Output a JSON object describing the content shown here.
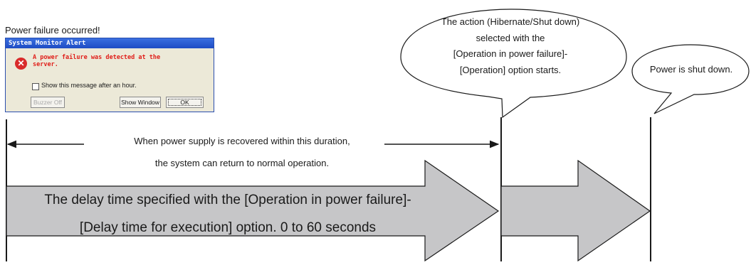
{
  "power_failure_label": "Power failure occurred!",
  "dialog": {
    "title": "System Monitor Alert",
    "message": "A power failure was detected at the server.",
    "checkbox_label": "Show this message after an hour.",
    "buttons": {
      "buzzer_off": "Buzzer Off",
      "show_window": "Show Window",
      "ok": "OK"
    }
  },
  "recovery_text": [
    "When power supply is recovered within this duration,",
    "the system can return to normal operation."
  ],
  "delay_text": [
    "The delay time specified with the [Operation in power failure]-",
    "[Delay time for execution] option. 0 to 60 seconds"
  ],
  "callout_action": [
    "The action (Hibernate/Shut down)",
    "selected with the",
    "[Operation in power failure]-",
    "[Operation] option starts."
  ],
  "callout_shutdown": "Power is shut down.",
  "colors": {
    "arrow_fill": "#c6c6c8",
    "line": "#1a1a1a",
    "dialog_title": "#1e4cc4",
    "error_text": "#e0201b"
  }
}
